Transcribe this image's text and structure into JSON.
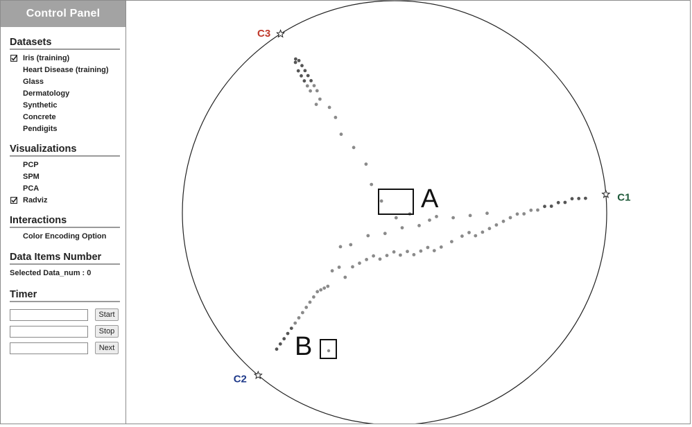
{
  "sidebar": {
    "title": "Control Panel",
    "datasets": {
      "title": "Datasets",
      "items": [
        {
          "label": "Iris (training)",
          "checked": true
        },
        {
          "label": "Heart Disease (training)",
          "checked": false
        },
        {
          "label": "Glass",
          "checked": false
        },
        {
          "label": "Dermatology",
          "checked": false
        },
        {
          "label": "Synthetic",
          "checked": false
        },
        {
          "label": "Concrete",
          "checked": false
        },
        {
          "label": "Pendigits",
          "checked": false
        }
      ]
    },
    "visualizations": {
      "title": "Visualizations",
      "items": [
        {
          "label": "PCP",
          "checked": false
        },
        {
          "label": "SPM",
          "checked": false
        },
        {
          "label": "PCA",
          "checked": false
        },
        {
          "label": "Radviz",
          "checked": true
        }
      ]
    },
    "interactions": {
      "title": "Interactions",
      "items": [
        {
          "label": "Color Encoding Option",
          "checked": false
        }
      ]
    },
    "data_items": {
      "title": "Data Items Number",
      "selected": "Selected Data_num : 0"
    },
    "timer": {
      "title": "Timer",
      "start_label": "Start",
      "stop_label": "Stop",
      "next_label": "Next",
      "start_value": "",
      "stop_value": "",
      "next_value": ""
    }
  },
  "radviz": {
    "anchors": [
      {
        "label": "C1",
        "angle_deg": -5,
        "color": "#1f5a3a"
      },
      {
        "label": "C2",
        "angle_deg": 130,
        "color": "#1f3a8a"
      },
      {
        "label": "C3",
        "angle_deg": 237.5,
        "color": "#c0392b"
      }
    ],
    "annotations": [
      {
        "label": "A"
      },
      {
        "label": "B"
      }
    ],
    "points": [
      [
        0.05,
        0.05,
        0.9
      ],
      [
        0.06,
        0.05,
        0.89
      ],
      [
        0.05,
        0.06,
        0.89
      ],
      [
        0.07,
        0.06,
        0.87
      ],
      [
        0.06,
        0.08,
        0.86
      ],
      [
        0.08,
        0.07,
        0.85
      ],
      [
        0.07,
        0.09,
        0.84
      ],
      [
        0.09,
        0.08,
        0.83
      ],
      [
        0.08,
        0.1,
        0.82
      ],
      [
        0.1,
        0.09,
        0.81
      ],
      [
        0.09,
        0.11,
        0.8
      ],
      [
        0.11,
        0.1,
        0.79
      ],
      [
        0.1,
        0.12,
        0.78
      ],
      [
        0.12,
        0.11,
        0.77
      ],
      [
        0.13,
        0.13,
        0.74
      ],
      [
        0.12,
        0.15,
        0.73
      ],
      [
        0.16,
        0.14,
        0.7
      ],
      [
        0.18,
        0.16,
        0.66
      ],
      [
        0.2,
        0.2,
        0.6
      ],
      [
        0.24,
        0.22,
        0.54
      ],
      [
        0.28,
        0.25,
        0.47
      ],
      [
        0.3,
        0.3,
        0.4
      ],
      [
        0.333,
        0.333,
        0.334
      ],
      [
        0.05,
        0.9,
        0.05
      ],
      [
        0.06,
        0.88,
        0.06
      ],
      [
        0.07,
        0.86,
        0.07
      ],
      [
        0.08,
        0.84,
        0.08
      ],
      [
        0.09,
        0.82,
        0.09
      ],
      [
        0.1,
        0.8,
        0.1
      ],
      [
        0.11,
        0.78,
        0.11
      ],
      [
        0.12,
        0.76,
        0.12
      ],
      [
        0.13,
        0.74,
        0.13
      ],
      [
        0.14,
        0.72,
        0.14
      ],
      [
        0.15,
        0.7,
        0.15
      ],
      [
        0.16,
        0.68,
        0.16
      ],
      [
        0.18,
        0.66,
        0.16
      ],
      [
        0.19,
        0.65,
        0.16
      ],
      [
        0.17,
        0.67,
        0.16
      ],
      [
        0.2,
        0.6,
        0.2
      ],
      [
        0.22,
        0.58,
        0.2
      ],
      [
        0.24,
        0.6,
        0.16
      ],
      [
        0.26,
        0.56,
        0.18
      ],
      [
        0.28,
        0.54,
        0.18
      ],
      [
        0.3,
        0.52,
        0.18
      ],
      [
        0.32,
        0.5,
        0.18
      ],
      [
        0.34,
        0.5,
        0.16
      ],
      [
        0.36,
        0.48,
        0.16
      ],
      [
        0.38,
        0.46,
        0.16
      ],
      [
        0.4,
        0.46,
        0.14
      ],
      [
        0.42,
        0.44,
        0.14
      ],
      [
        0.44,
        0.44,
        0.12
      ],
      [
        0.46,
        0.42,
        0.12
      ],
      [
        0.48,
        0.4,
        0.12
      ],
      [
        0.5,
        0.4,
        0.1
      ],
      [
        0.52,
        0.38,
        0.1
      ],
      [
        0.55,
        0.35,
        0.1
      ],
      [
        0.58,
        0.32,
        0.1
      ],
      [
        0.6,
        0.3,
        0.1
      ],
      [
        0.62,
        0.3,
        0.08
      ],
      [
        0.64,
        0.28,
        0.08
      ],
      [
        0.66,
        0.26,
        0.08
      ],
      [
        0.68,
        0.24,
        0.08
      ],
      [
        0.7,
        0.22,
        0.08
      ],
      [
        0.72,
        0.2,
        0.08
      ],
      [
        0.74,
        0.18,
        0.08
      ],
      [
        0.76,
        0.17,
        0.07
      ],
      [
        0.78,
        0.15,
        0.07
      ],
      [
        0.8,
        0.14,
        0.06
      ],
      [
        0.82,
        0.12,
        0.06
      ],
      [
        0.84,
        0.11,
        0.05
      ],
      [
        0.86,
        0.09,
        0.05
      ],
      [
        0.88,
        0.08,
        0.04
      ],
      [
        0.9,
        0.06,
        0.04
      ],
      [
        0.92,
        0.05,
        0.03
      ],
      [
        0.94,
        0.04,
        0.02
      ],
      [
        0.45,
        0.35,
        0.2
      ],
      [
        0.5,
        0.3,
        0.2
      ],
      [
        0.4,
        0.38,
        0.22
      ],
      [
        0.35,
        0.42,
        0.23
      ],
      [
        0.3,
        0.45,
        0.25
      ],
      [
        0.55,
        0.28,
        0.17
      ],
      [
        0.6,
        0.25,
        0.15
      ],
      [
        0.65,
        0.22,
        0.13
      ],
      [
        0.25,
        0.5,
        0.25
      ],
      [
        0.22,
        0.52,
        0.26
      ],
      [
        0.42,
        0.33,
        0.25
      ],
      [
        0.38,
        0.36,
        0.26
      ],
      [
        0.48,
        0.32,
        0.2
      ]
    ]
  }
}
